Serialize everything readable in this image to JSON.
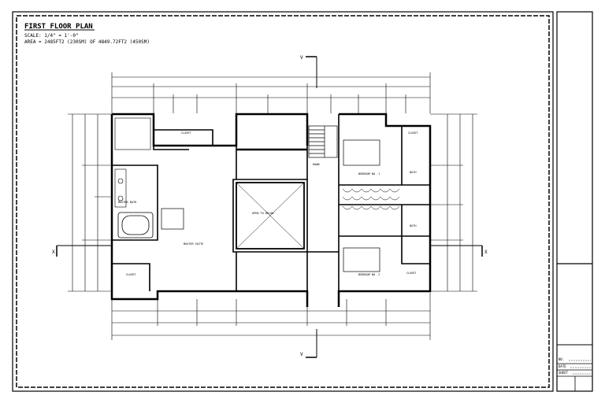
{
  "plan": {
    "title": "FIRST FLOOR PLAN",
    "scale": "SCALE: 1/4\" = 1'-0\"",
    "area": "AREA = 2485FT2 (230SM) OF 4849.72FT2 (450SM)"
  },
  "rooms": {
    "master_suite": "MASTER SUITE",
    "master_bath": "MASTER BATH",
    "closet": "CLOSET",
    "closet_2": "CLOSET",
    "closet_3": "CLOSET",
    "closet_4": "CLOSET",
    "open_to_below": "OPEN TO BELOW",
    "bedroom_1": "BEDROOM NO. 1",
    "bedroom_2": "BEDROOM NO. 2",
    "bath_1": "BATH",
    "bath_2": "BATH",
    "down": "DOWN"
  },
  "section_markers": {
    "top": "V",
    "bottom": "V",
    "left": "X",
    "right": "X"
  },
  "title_block": {
    "line1": "NO.",
    "line2": "DATE",
    "line3": "SHEET"
  }
}
